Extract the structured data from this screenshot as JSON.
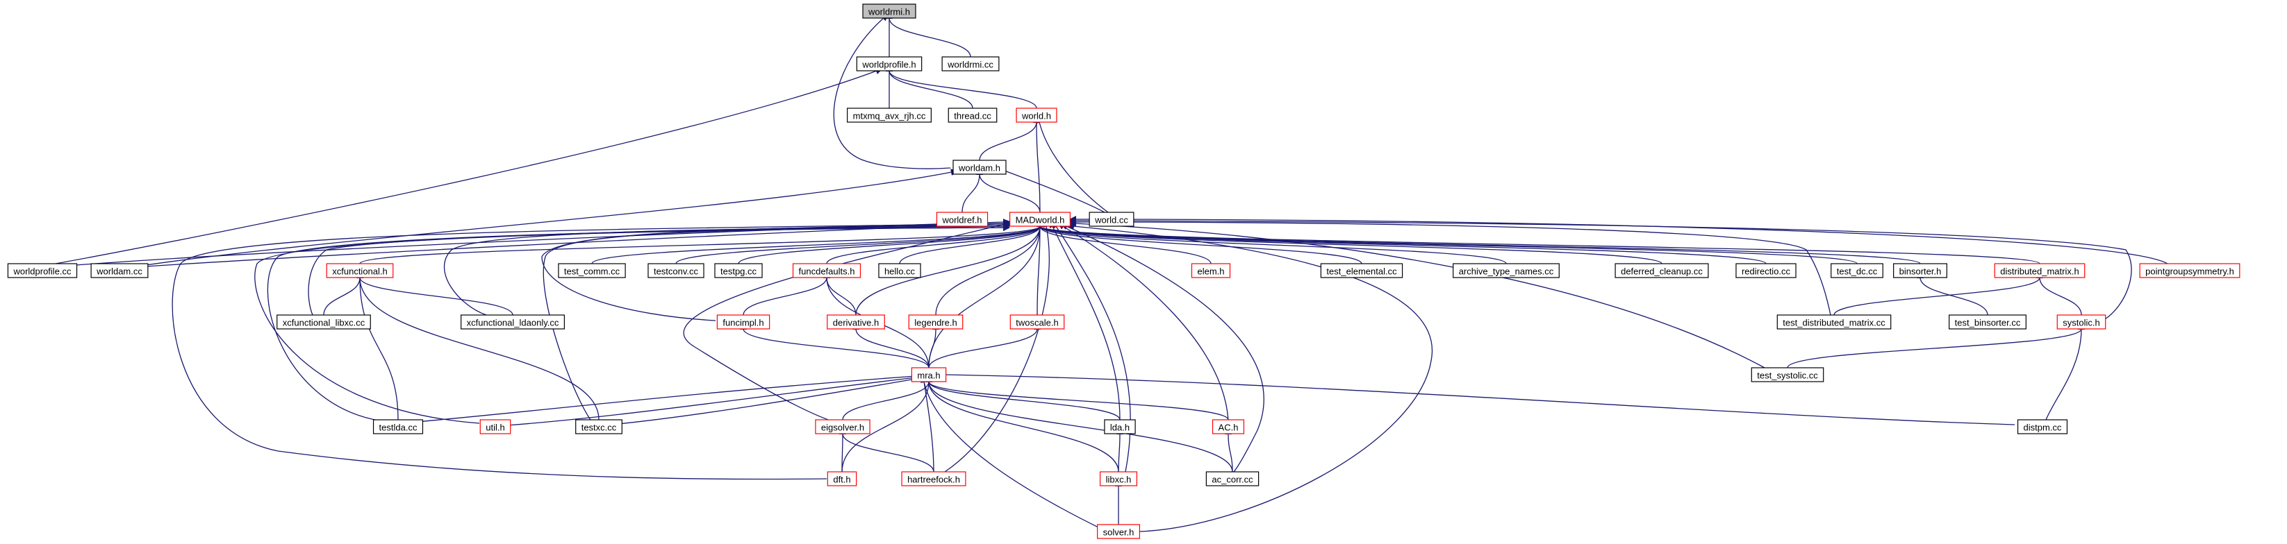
{
  "colors": {
    "root_fill": "#bfbfbf",
    "normal_border": "#000000",
    "linked_border": "#ff0000",
    "edge": "#191970"
  },
  "nodes": [
    {
      "id": "worldrmi_h",
      "label": "worldrmi.h",
      "style": "root"
    },
    {
      "id": "worldprofile_h",
      "label": "worldprofile.h",
      "style": "normal"
    },
    {
      "id": "worldrmi_cc",
      "label": "worldrmi.cc",
      "style": "normal"
    },
    {
      "id": "mtxmq",
      "label": "mtxmq_avx_rjh.cc",
      "style": "normal"
    },
    {
      "id": "thread_cc",
      "label": "thread.cc",
      "style": "normal"
    },
    {
      "id": "world_h",
      "label": "world.h",
      "style": "linked"
    },
    {
      "id": "worldam_h",
      "label": "worldam.h",
      "style": "normal"
    },
    {
      "id": "worldref_h",
      "label": "worldref.h",
      "style": "linked"
    },
    {
      "id": "madworld_h",
      "label": "MADworld.h",
      "style": "linked"
    },
    {
      "id": "world_cc",
      "label": "world.cc",
      "style": "normal"
    },
    {
      "id": "worldprofile_cc",
      "label": "worldprofile.cc",
      "style": "normal"
    },
    {
      "id": "worldam_cc",
      "label": "worldam.cc",
      "style": "normal"
    },
    {
      "id": "xcfunctional_h",
      "label": "xcfunctional.h",
      "style": "linked"
    },
    {
      "id": "test_comm",
      "label": "test_comm.cc",
      "style": "normal"
    },
    {
      "id": "testconv",
      "label": "testconv.cc",
      "style": "normal"
    },
    {
      "id": "testpg",
      "label": "testpg.cc",
      "style": "normal"
    },
    {
      "id": "funcdefaults_h",
      "label": "funcdefaults.h",
      "style": "linked"
    },
    {
      "id": "hello_cc",
      "label": "hello.cc",
      "style": "normal"
    },
    {
      "id": "elem_h",
      "label": "elem.h",
      "style": "linked"
    },
    {
      "id": "test_elemental",
      "label": "test_elemental.cc",
      "style": "normal"
    },
    {
      "id": "archive_type_names",
      "label": "archive_type_names.cc",
      "style": "normal"
    },
    {
      "id": "deferred_cleanup",
      "label": "deferred_cleanup.cc",
      "style": "normal"
    },
    {
      "id": "redirectio",
      "label": "redirectio.cc",
      "style": "normal"
    },
    {
      "id": "test_dc",
      "label": "test_dc.cc",
      "style": "normal"
    },
    {
      "id": "binsorter_h",
      "label": "binsorter.h",
      "style": "normal"
    },
    {
      "id": "distributed_matrix_h",
      "label": "distributed_matrix.h",
      "style": "linked"
    },
    {
      "id": "pointgroupsymmetry_h",
      "label": "pointgroupsymmetry.h",
      "style": "linked"
    },
    {
      "id": "xcfunctional_libxc",
      "label": "xcfunctional_libxc.cc",
      "style": "normal"
    },
    {
      "id": "xcfunctional_ldaonly",
      "label": "xcfunctional_ldaonly.cc",
      "style": "normal"
    },
    {
      "id": "funcimpl_h",
      "label": "funcimpl.h",
      "style": "linked"
    },
    {
      "id": "derivative_h",
      "label": "derivative.h",
      "style": "linked"
    },
    {
      "id": "legendre_h",
      "label": "legendre.h",
      "style": "linked"
    },
    {
      "id": "twoscale_h",
      "label": "twoscale.h",
      "style": "linked"
    },
    {
      "id": "test_distributed_matrix",
      "label": "test_distributed_matrix.cc",
      "style": "normal"
    },
    {
      "id": "test_binsorter",
      "label": "test_binsorter.cc",
      "style": "normal"
    },
    {
      "id": "systolic_h",
      "label": "systolic.h",
      "style": "linked"
    },
    {
      "id": "test_systolic",
      "label": "test_systolic.cc",
      "style": "normal"
    },
    {
      "id": "mra_h",
      "label": "mra.h",
      "style": "linked"
    },
    {
      "id": "testlda",
      "label": "testlda.cc",
      "style": "normal"
    },
    {
      "id": "util_h",
      "label": "util.h",
      "style": "linked"
    },
    {
      "id": "testxc",
      "label": "testxc.cc",
      "style": "normal"
    },
    {
      "id": "eigsolver_h",
      "label": "eigsolver.h",
      "style": "linked"
    },
    {
      "id": "lda_h",
      "label": "lda.h",
      "style": "normal"
    },
    {
      "id": "ac_h",
      "label": "AC.h",
      "style": "linked"
    },
    {
      "id": "distpm",
      "label": "distpm.cc",
      "style": "normal"
    },
    {
      "id": "dft_h",
      "label": "dft.h",
      "style": "linked"
    },
    {
      "id": "hartreefock_h",
      "label": "hartreefock.h",
      "style": "linked"
    },
    {
      "id": "libxc_h",
      "label": "libxc.h",
      "style": "linked"
    },
    {
      "id": "ac_corr",
      "label": "ac_corr.cc",
      "style": "normal"
    },
    {
      "id": "solver_h",
      "label": "solver.h",
      "style": "linked"
    }
  ],
  "edges": [
    [
      "worldrmi_h",
      "worldprofile_h"
    ],
    [
      "worldrmi_h",
      "worldrmi_cc"
    ],
    [
      "worldrmi_h",
      "worldam_h"
    ],
    [
      "worldprofile_h",
      "mtxmq"
    ],
    [
      "worldprofile_h",
      "thread_cc"
    ],
    [
      "worldprofile_h",
      "world_h"
    ],
    [
      "worldprofile_h",
      "worldprofile_cc"
    ],
    [
      "world_h",
      "worldam_h"
    ],
    [
      "world_h",
      "madworld_h"
    ],
    [
      "world_h",
      "world_cc"
    ],
    [
      "worldam_h",
      "worldref_h"
    ],
    [
      "worldam_h",
      "madworld_h"
    ],
    [
      "worldam_h",
      "world_cc"
    ],
    [
      "worldam_h",
      "worldam_cc"
    ],
    [
      "madworld_h",
      "worldprofile_cc"
    ],
    [
      "madworld_h",
      "worldam_cc"
    ],
    [
      "madworld_h",
      "xcfunctional_h"
    ],
    [
      "madworld_h",
      "test_comm"
    ],
    [
      "madworld_h",
      "testconv"
    ],
    [
      "madworld_h",
      "testpg"
    ],
    [
      "madworld_h",
      "funcdefaults_h"
    ],
    [
      "madworld_h",
      "hello_cc"
    ],
    [
      "madworld_h",
      "elem_h"
    ],
    [
      "madworld_h",
      "test_elemental"
    ],
    [
      "madworld_h",
      "archive_type_names"
    ],
    [
      "madworld_h",
      "deferred_cleanup"
    ],
    [
      "madworld_h",
      "redirectio"
    ],
    [
      "madworld_h",
      "test_dc"
    ],
    [
      "madworld_h",
      "binsorter_h"
    ],
    [
      "madworld_h",
      "distributed_matrix_h"
    ],
    [
      "madworld_h",
      "pointgroupsymmetry_h"
    ],
    [
      "madworld_h",
      "xcfunctional_libxc"
    ],
    [
      "madworld_h",
      "xcfunctional_ldaonly"
    ],
    [
      "madworld_h",
      "funcimpl_h"
    ],
    [
      "madworld_h",
      "derivative_h"
    ],
    [
      "madworld_h",
      "legendre_h"
    ],
    [
      "madworld_h",
      "twoscale_h"
    ],
    [
      "madworld_h",
      "test_distributed_matrix"
    ],
    [
      "madworld_h",
      "systolic_h"
    ],
    [
      "madworld_h",
      "test_systolic"
    ],
    [
      "madworld_h",
      "mra_h"
    ],
    [
      "madworld_h",
      "testlda"
    ],
    [
      "madworld_h",
      "util_h"
    ],
    [
      "madworld_h",
      "testxc"
    ],
    [
      "madworld_h",
      "eigsolver_h"
    ],
    [
      "madworld_h",
      "lda_h"
    ],
    [
      "madworld_h",
      "ac_h"
    ],
    [
      "madworld_h",
      "dft_h"
    ],
    [
      "madworld_h",
      "hartreefock_h"
    ],
    [
      "madworld_h",
      "libxc_h"
    ],
    [
      "madworld_h",
      "ac_corr"
    ],
    [
      "madworld_h",
      "solver_h"
    ],
    [
      "xcfunctional_h",
      "xcfunctional_libxc"
    ],
    [
      "xcfunctional_h",
      "xcfunctional_ldaonly"
    ],
    [
      "xcfunctional_h",
      "testlda"
    ],
    [
      "xcfunctional_h",
      "testxc"
    ],
    [
      "funcdefaults_h",
      "funcimpl_h"
    ],
    [
      "funcdefaults_h",
      "derivative_h"
    ],
    [
      "funcdefaults_h",
      "mra_h"
    ],
    [
      "funcimpl_h",
      "mra_h"
    ],
    [
      "derivative_h",
      "mra_h"
    ],
    [
      "legendre_h",
      "mra_h"
    ],
    [
      "twoscale_h",
      "mra_h"
    ],
    [
      "binsorter_h",
      "test_binsorter"
    ],
    [
      "distributed_matrix_h",
      "test_distributed_matrix"
    ],
    [
      "distributed_matrix_h",
      "systolic_h"
    ],
    [
      "systolic_h",
      "test_systolic"
    ],
    [
      "systolic_h",
      "distpm"
    ],
    [
      "mra_h",
      "testlda"
    ],
    [
      "mra_h",
      "util_h"
    ],
    [
      "mra_h",
      "testxc"
    ],
    [
      "mra_h",
      "eigsolver_h"
    ],
    [
      "mra_h",
      "lda_h"
    ],
    [
      "mra_h",
      "ac_h"
    ],
    [
      "mra_h",
      "distpm"
    ],
    [
      "mra_h",
      "dft_h"
    ],
    [
      "mra_h",
      "hartreefock_h"
    ],
    [
      "mra_h",
      "libxc_h"
    ],
    [
      "mra_h",
      "ac_corr"
    ],
    [
      "mra_h",
      "solver_h"
    ],
    [
      "eigsolver_h",
      "dft_h"
    ],
    [
      "eigsolver_h",
      "hartreefock_h"
    ],
    [
      "lda_h",
      "libxc_h"
    ],
    [
      "ac_h",
      "ac_corr"
    ],
    [
      "libxc_h",
      "solver_h"
    ]
  ]
}
